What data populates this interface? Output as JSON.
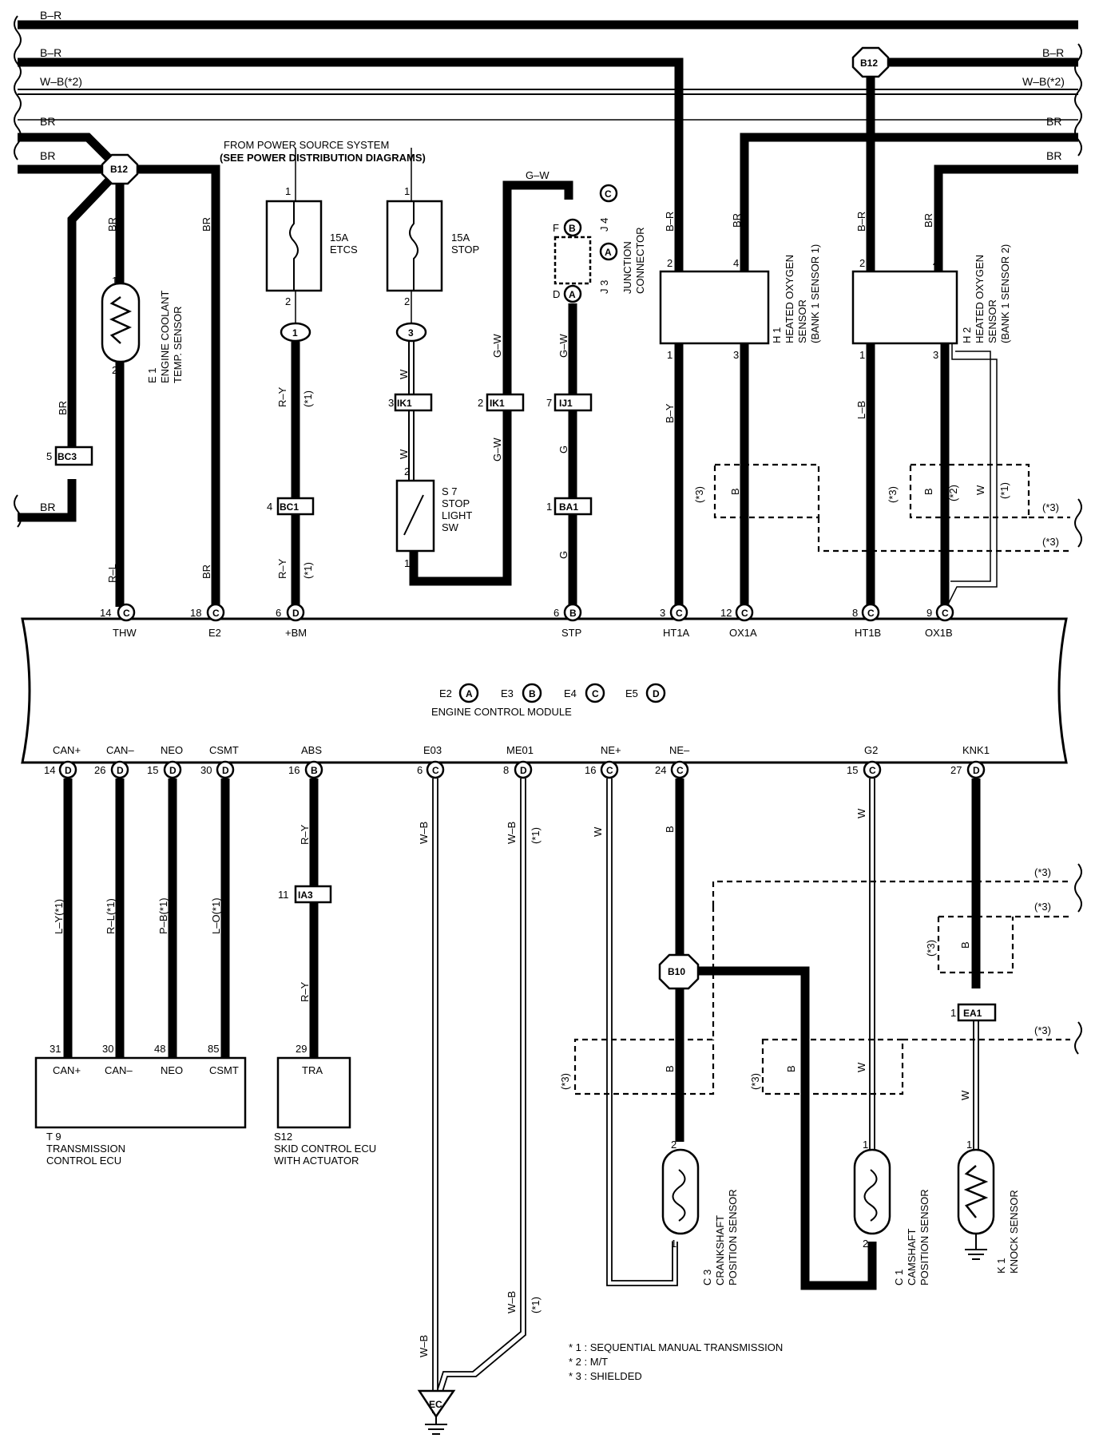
{
  "top_wires": {
    "br1": "B–R",
    "br2": "B–R",
    "wb": "W–B(*2)",
    "br3": "BR",
    "br4": "BR",
    "br1r": "B–R",
    "wbr": "W–B(*2)",
    "br3r": "BR",
    "br4r": "BR",
    "bl3": "BR",
    "bl4": "BR"
  },
  "power_source": {
    "line1": "FROM POWER SOURCE SYSTEM",
    "line2": "(SEE POWER DISTRIBUTION DIAGRAMS)"
  },
  "fuses": {
    "etcs_amp": "15A",
    "etcs_name": "ETCS",
    "stop_amp": "15A",
    "stop_name": "STOP"
  },
  "connectors": {
    "b12a": "B12",
    "b12b": "B12",
    "bc3": "BC3",
    "bc1": "BC1",
    "ik1a": "IK1",
    "ik1b": "IK1",
    "ij1": "IJ1",
    "ba1": "BA1",
    "ia3": "IA3",
    "b10": "B10",
    "ea1": "EA1",
    "ec": "EC",
    "c1": "1",
    "c3": "3",
    "jf": "F",
    "jd": "D",
    "jb": "B",
    "ja": "A",
    "j4c": "C",
    "j3a": "A"
  },
  "ecm": {
    "title": "ENGINE CONTROL MODULE",
    "conn_e2": "E2",
    "conn_e3": "E3",
    "conn_e4": "E4",
    "conn_e5": "E5",
    "ca": "A",
    "cb": "B",
    "cc": "C",
    "cd": "D"
  },
  "ecm_top_pins": [
    {
      "num": "14",
      "conn": "C",
      "name": "THW"
    },
    {
      "num": "18",
      "conn": "C",
      "name": "E2"
    },
    {
      "num": "6",
      "conn": "D",
      "name": "+BM"
    },
    {
      "num": "6",
      "conn": "B",
      "name": "STP"
    },
    {
      "num": "3",
      "conn": "C",
      "name": "HT1A"
    },
    {
      "num": "12",
      "conn": "C",
      "name": "OX1A"
    },
    {
      "num": "8",
      "conn": "C",
      "name": "HT1B"
    },
    {
      "num": "9",
      "conn": "C",
      "name": "OX1B"
    }
  ],
  "ecm_bottom_pins": [
    {
      "num": "14",
      "conn": "D",
      "name": "CAN+"
    },
    {
      "num": "26",
      "conn": "D",
      "name": "CAN–"
    },
    {
      "num": "15",
      "conn": "D",
      "name": "NEO"
    },
    {
      "num": "30",
      "conn": "D",
      "name": "CSMT"
    },
    {
      "num": "16",
      "conn": "B",
      "name": "ABS"
    },
    {
      "num": "6",
      "conn": "C",
      "name": "E03"
    },
    {
      "num": "8",
      "conn": "D",
      "name": "ME01"
    },
    {
      "num": "16",
      "conn": "C",
      "name": "NE+"
    },
    {
      "num": "24",
      "conn": "C",
      "name": "NE–"
    },
    {
      "num": "15",
      "conn": "C",
      "name": "G2"
    },
    {
      "num": "27",
      "conn": "D",
      "name": "KNK1"
    }
  ],
  "components": {
    "e1_id": "E 1",
    "e1_l1": "ENGINE COOLANT",
    "e1_l2": "TEMP. SENSOR",
    "s7_id": "S 7",
    "s7_l1": "STOP",
    "s7_l2": "LIGHT",
    "s7_l3": "SW",
    "j3_id": "J 3",
    "j4_id": "J 4",
    "j_l1": "JUNCTION",
    "j_l2": "CONNECTOR",
    "h1_id": "H 1",
    "h1_l1": "HEATED OXYGEN",
    "h1_l2": "SENSOR",
    "h1_l3": "(BANK 1 SENSOR 1)",
    "h2_id": "H 2",
    "h2_l1": "HEATED OXYGEN",
    "h2_l2": "SENSOR",
    "h2_l3": "(BANK 1 SENSOR 2)",
    "t9_id": "T 9",
    "t9_l1": "TRANSMISSION",
    "t9_l2": "CONTROL ECU",
    "s12_id": "S12",
    "s12_l1": "SKID CONTROL ECU",
    "s12_l2": "WITH ACTUATOR",
    "c3_id": "C 3",
    "c3_l1": "CRANKSHAFT",
    "c3_l2": "POSITION SENSOR",
    "c1_id": "C 1",
    "c1_l1": "CAMSHAFT",
    "c1_l2": "POSITION SENSOR",
    "k1_id": "K 1",
    "k1_l1": "KNOCK SENSOR"
  },
  "t9_pins": [
    {
      "num": "31",
      "name": "CAN+"
    },
    {
      "num": "30",
      "name": "CAN–"
    },
    {
      "num": "48",
      "name": "NEO"
    },
    {
      "num": "85",
      "name": "CSMT"
    }
  ],
  "s12_pin": {
    "num": "29",
    "name": "TRA"
  },
  "wire_colors": {
    "e1_br": "BR",
    "bc3_br": "BR",
    "e2_br_top": "BR",
    "e2_br_bot": "BR",
    "thw_rl": "R–L",
    "bc3_br2": "BR",
    "ry1": "R–Y",
    "ry1s": "(*1)",
    "ry2": "R–Y",
    "ry2s": "(*1)",
    "w1": "W",
    "w2": "W",
    "gw1": "G–W",
    "gw2": "G–W",
    "gw3": "G–W",
    "gw4": "G–W",
    "g1": "G",
    "g2": "G",
    "br_h1a": "B–R",
    "br_h1b": "BR",
    "by_h1": "B–Y",
    "br_h2a": "B–R",
    "br_h2b": "BR",
    "lb_h2": "L–B",
    "b_shield1": "B",
    "b_shield2": "B",
    "s2": "(*2)",
    "w_shield2": "W",
    "s1": "(*1)",
    "ly": "L–Y(*1)",
    "rl": "R–L(*1)",
    "pb": "P–B(*1)",
    "lo": "L–O(*1)",
    "ry3": "R–Y",
    "ry4": "R–Y",
    "wb1": "W–B",
    "wb2": "W–B",
    "wb2s": "(*1)",
    "wb3": "W–B",
    "wb4": "W–B",
    "wb4s": "(*1)",
    "w_ne": "W",
    "b_ne": "B",
    "w_g2": "W",
    "b_knk": "B",
    "b_c3": "B",
    "b_c1": "B",
    "w_c1": "W",
    "w_k1": "W"
  },
  "shield_marks": {
    "s3a": "(*3)",
    "s3b": "(*3)",
    "s3c": "(*3)",
    "s3d": "(*3)",
    "s3e": "(*3)",
    "s3f": "(*3)",
    "s3g": "(*3)",
    "s3h": "(*3)",
    "s3i": "(*3)",
    "s3j": "(*3)",
    "s3k": "(*3)"
  },
  "pin_numbers": {
    "e1_1": "1",
    "e1_2": "2",
    "f1_1": "1",
    "f1_2": "2",
    "f2_1": "1",
    "f2_2": "2",
    "bc3": "5",
    "bc1": "4",
    "ik1a": "3",
    "ik1b": "2",
    "ij1": "7",
    "ba1": "1",
    "s7_2": "2",
    "s7_1": "1",
    "h1_2": "2",
    "h1_4": "4",
    "h1_1": "1",
    "h1_3": "3",
    "h2_2": "2",
    "h2_4": "4",
    "h2_1": "1",
    "h2_3": "3",
    "ia3": "11",
    "ea1": "1",
    "c3_2": "2",
    "c3_1": "1",
    "c1_1": "1",
    "c1_2": "2",
    "k1_1": "1"
  },
  "notes": [
    "* 1 : SEQUENTIAL MANUAL TRANSMISSION",
    "* 2 : M/T",
    "* 3 : SHIELDED"
  ]
}
